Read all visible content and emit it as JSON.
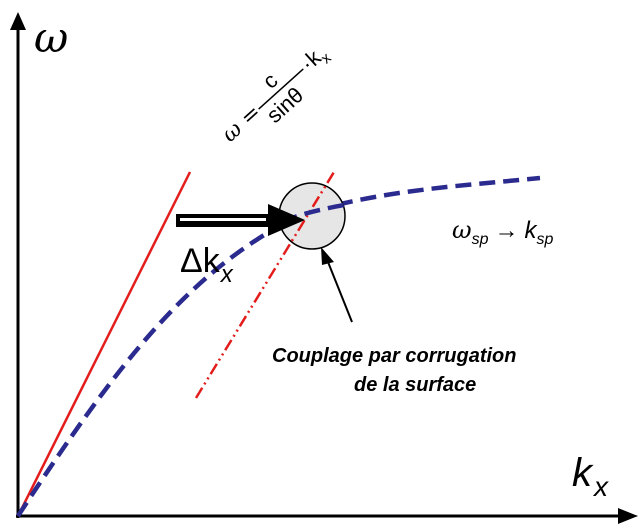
{
  "axes": {
    "y_label": "ω",
    "x_label_main": "k",
    "x_label_sub": "x"
  },
  "light_line": {
    "formula_lhs": "ω =",
    "numerator": "c",
    "denominator": "sinθ",
    "multiplier": "·k",
    "multiplier_sub": "x",
    "color": "#e31c1c"
  },
  "surface_plasmon": {
    "label_omega": "ω",
    "label_omega_sub": "sp",
    "arrow": "→",
    "label_k": "k",
    "label_k_sub": "sp",
    "color": "#2b2b8f"
  },
  "momentum_gap": {
    "symbol": "Δk",
    "symbol_sub": "x"
  },
  "caption": {
    "line1": "Couplage par corrugation",
    "line2": "de la surface"
  },
  "colors": {
    "coupling_circle_fill": "#e6e6e6",
    "axis": "#000000"
  }
}
